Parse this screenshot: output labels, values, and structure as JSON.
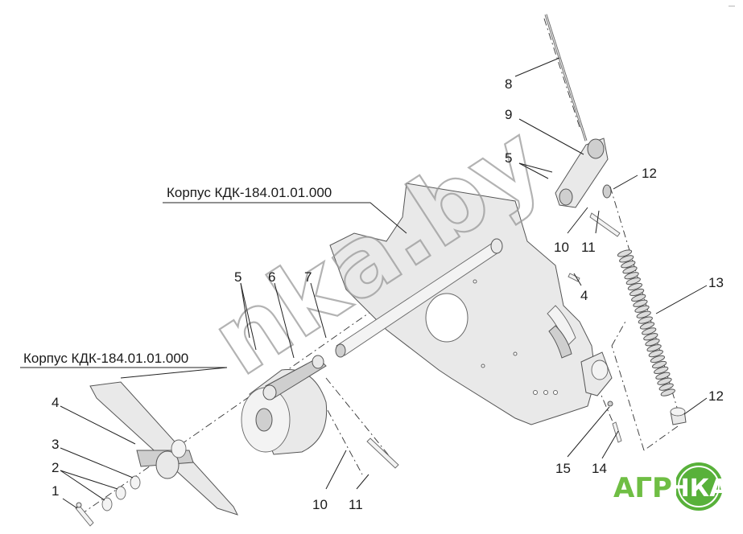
{
  "diagram": {
    "housing_labels": [
      "Корпус КДК-184.01.01.000",
      "Корпус КДК-184.01.01.000"
    ],
    "callouts": [
      "1",
      "2",
      "3",
      "4",
      "5",
      "6",
      "7",
      "8",
      "9",
      "5",
      "12",
      "10",
      "11",
      "4",
      "13",
      "12",
      "15",
      "14",
      "10",
      "11"
    ],
    "watermark": "nka.by",
    "corner_mark": "—"
  },
  "logo": {
    "word_left": "АГРО",
    "word_badge": "НКА",
    "color_green": "#6fbe44",
    "color_badge": "#58b13a"
  }
}
